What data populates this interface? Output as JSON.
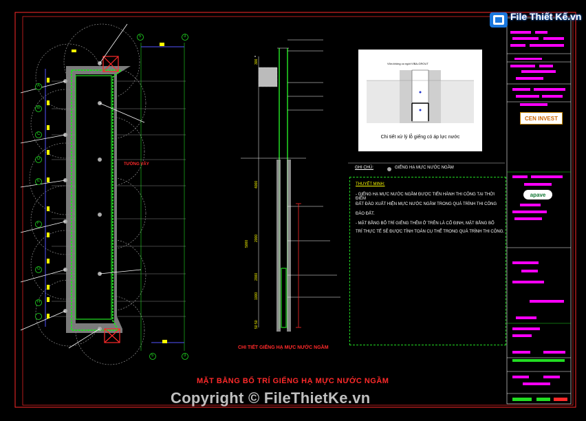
{
  "watermark": {
    "logo_text": "File Thiết Kế.vn",
    "copyright": "Copyright © FileThietKe.vn"
  },
  "drawing": {
    "main_title": "MẶT BẰNG BỐ TRÍ GIẾNG HẠ MỰC NƯỚC NGẦM",
    "detail_title": "CHI TIẾT GIẾNG HẠ MỰC NƯỚC NGẦM",
    "wall_label": "TƯỜNG VÂY",
    "photo_caption": "Chi tiết xử lý lỗ giếng có áp lực nước",
    "photo_top_label": "Vữa không co ngót VIBA-GROUT"
  },
  "legend": {
    "heading": "GHI CHÚ:",
    "item": "GIẾNG HẠ MỰC NƯỚC NGẦM"
  },
  "notes": {
    "heading": "THUYẾT MINH:",
    "lines": [
      "- GIẾNG HẠ MỰC NƯỚC NGẦM ĐƯỢC TIẾN HÀNH THI CÔNG TẠI THỜI ĐIỂM",
      "ĐẤT ĐÀO XUẤT HIỆN MỰC NƯỚC NGẦM TRONG QUÁ TRÌNH THI CÔNG",
      "ĐÀO ĐẤT.",
      "- MẶT BẰNG BỐ TRÍ GIẾNG THÊM Ở TRÊN LÀ CỐ ĐỊNH, MẶT BẰNG BỐ",
      "TRÍ THỰC TẾ SẼ ĐƯỢC TÍNH TOÁN CỤ THỂ TRONG QUÁ TRÌNH THI CÔNG."
    ]
  },
  "grid_labels": {
    "top": [
      "5",
      "3"
    ],
    "bottom": [
      "5",
      "3"
    ],
    "left": [
      "A",
      "B",
      "C",
      "D",
      "E",
      "F",
      "G",
      "H"
    ]
  },
  "dimensions": [
    "300",
    "4000",
    "2000",
    "2000",
    "5000",
    "1000",
    "50 50"
  ],
  "title_block": {
    "logos": [
      "CEN INVEST",
      "apave"
    ]
  },
  "colors": {
    "background": "#000000",
    "frame": "#ff2a2a",
    "wall": "#22dd22",
    "accent": "#ff00ff",
    "note": "#ffff00"
  }
}
